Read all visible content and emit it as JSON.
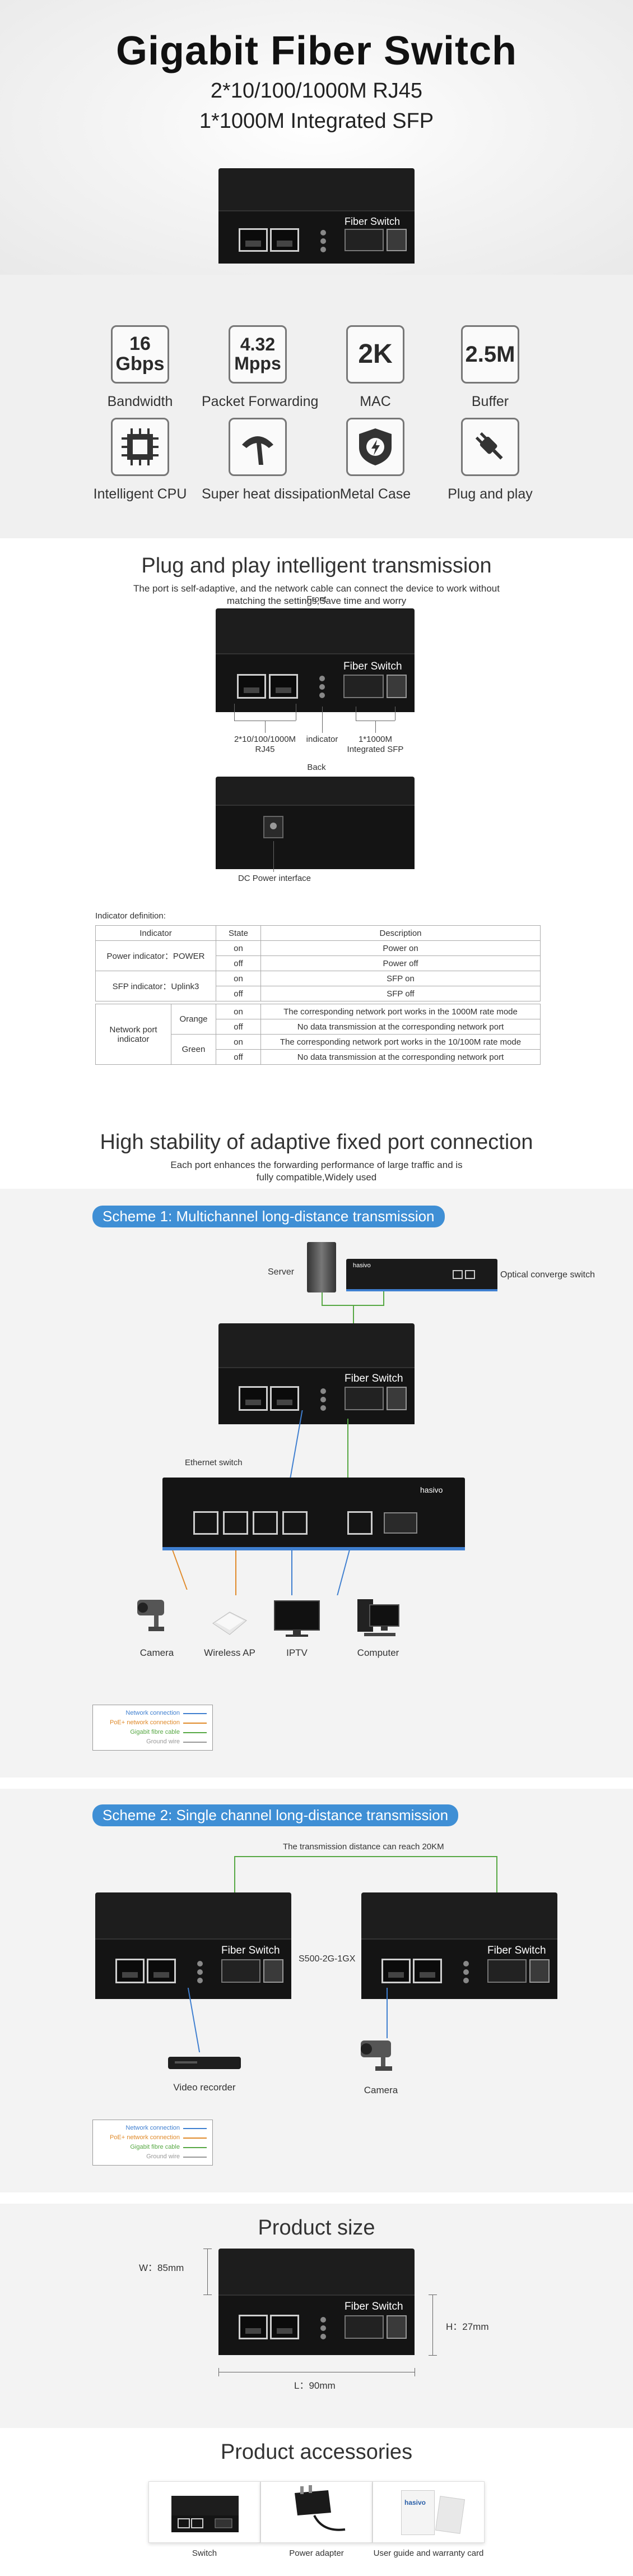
{
  "hero": {
    "title": "Gigabit Fiber Switch",
    "line1": "2*10/100/1000M RJ45",
    "line2": "1*1000M Integrated SFP"
  },
  "switch_label": "Fiber Switch",
  "features": [
    {
      "icon_text": "16 Gbps",
      "label": "Bandwidth"
    },
    {
      "icon_text": "4.32 Mpps",
      "label": "Packet Forwarding"
    },
    {
      "icon_text": "2K",
      "label": "MAC"
    },
    {
      "icon_text": "2.5M",
      "label": "Buffer"
    },
    {
      "icon": "cpu-icon",
      "label": "Intelligent CPU"
    },
    {
      "icon": "shovel-icon",
      "label": "Super heat dissipation"
    },
    {
      "icon": "metal-case-icon",
      "label": "Metal Case"
    },
    {
      "icon": "plug-icon",
      "label": "Plug and play"
    }
  ],
  "plug": {
    "title": "Plug and play intelligent transmission",
    "desc1": "The port is self-adaptive, and the network cable can connect the device to work without",
    "desc2": "matching the settings,Save time and worry",
    "front_label": "Front",
    "rj45_label1": "2*10/100/1000M",
    "rj45_label2": "RJ45",
    "indicator_label": "indicator",
    "sfp_label1": "1*1000M",
    "sfp_label2": "Integrated SFP",
    "back_label": "Back",
    "dc_label": "DC Power interface",
    "indicator_def": "Indicator definition:"
  },
  "indicator_table": {
    "headers": [
      "Indicator",
      "State",
      "Description"
    ],
    "power": "Power indicator：POWER",
    "sfp": "SFP indicator：Uplink3",
    "network": "Network port indicator",
    "orange": "Orange",
    "green": "Green",
    "on": "on",
    "off": "off",
    "rows": [
      "Power on",
      "Power off",
      "SFP on",
      "SFP off",
      "The corresponding network port works in the 1000M rate mode",
      "No data transmission at the corresponding network port",
      "The corresponding network port works in the 10/100M rate mode",
      "No data transmission at the corresponding network port"
    ]
  },
  "stability": {
    "title": "High stability of adaptive fixed port connection",
    "desc1": "Each port enhances the forwarding performance of large traffic and is",
    "desc2": "fully compatible,Widely used"
  },
  "scheme1": {
    "title": "Scheme 1: Multichannel long-distance transmission",
    "server": "Server",
    "optical": "Optical converge switch",
    "ethernet": "Ethernet switch",
    "brand": "hasivo",
    "devices": [
      "Camera",
      "Wireless AP",
      "IPTV",
      "Computer"
    ]
  },
  "legend": [
    {
      "text": "Network connection",
      "color": "#3f7fd0"
    },
    {
      "text": "PoE+ network connection",
      "color": "#e08a2a"
    },
    {
      "text": "Gigabit fibre cable",
      "color": "#57a844"
    },
    {
      "text": "Ground wire",
      "color": "#999999"
    }
  ],
  "scheme2": {
    "title": "Scheme 2: Single channel long-distance transmission",
    "distance": "The transmission distance can reach 20KM",
    "model": "S500-2G-1GX",
    "recorder": "Video recorder",
    "camera": "Camera"
  },
  "size": {
    "title": "Product size",
    "w": "W：85mm",
    "h": "H：27mm",
    "l": "L：90mm"
  },
  "accessories": {
    "title": "Product accessories",
    "items": [
      "Switch",
      "Power adapter",
      "User guide and warranty card"
    ],
    "brand": "hasivo"
  }
}
